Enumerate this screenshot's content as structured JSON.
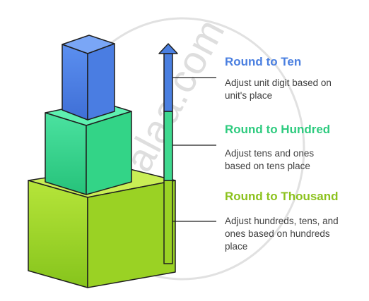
{
  "watermark": "shaalaa.com",
  "levels": [
    {
      "title": "Round to Ten",
      "description_lines": [
        "Adjust unit digit based on",
        "unit's place"
      ],
      "color": "#4a7fe0"
    },
    {
      "title": "Round to Hundred",
      "description_lines": [
        "Adjust tens and ones",
        "based on tens place"
      ],
      "color": "#2ecb7f"
    },
    {
      "title": "Round to Thousand",
      "description_lines": [
        "Adjust hundreds, tens, and",
        "ones based on hundreds",
        "place"
      ],
      "color": "#8cc21e"
    }
  ],
  "colors": {
    "blue": "#4a7fe0",
    "green": "#2ecb7f",
    "lime": "#8cc21e",
    "outline": "#1f1f1f"
  }
}
